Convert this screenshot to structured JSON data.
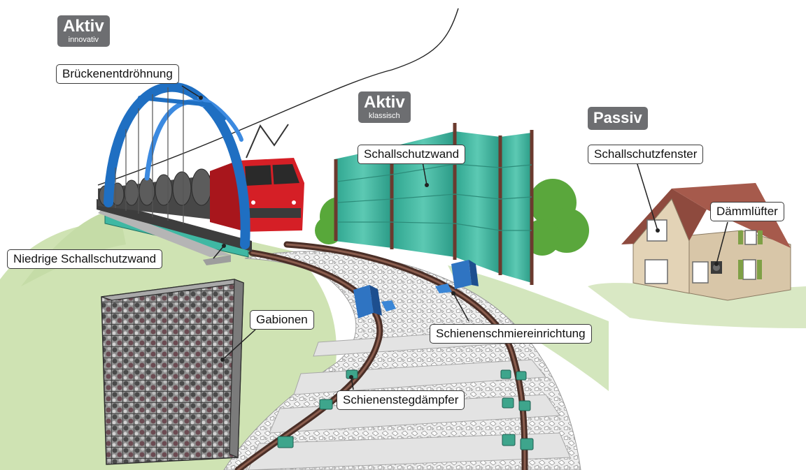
{
  "categories": {
    "aktiv_innovativ": {
      "title": "Aktiv",
      "subtitle": "innovativ"
    },
    "aktiv_klassisch": {
      "title": "Aktiv",
      "subtitle": "klassisch"
    },
    "passiv": {
      "title": "Passiv"
    }
  },
  "callouts": {
    "brueckenentdroehnung": "Brückenentdröhnung",
    "niedrige_schallschutzwand": "Niedrige Schallschutzwand",
    "schallschutzwand": "Schallschutzwand",
    "schallschutzfenster": "Schallschutzfenster",
    "daemmluefter": "Dämmlüfter",
    "gabionen": "Gabionen",
    "schienenschmiereinrichtung": "Schienenschmiereinrichtung",
    "schienenstegdaempfer": "Schienenstegdämpfer"
  },
  "colors": {
    "category_badge": "#6d6e71",
    "bridge": "#1f6fc2",
    "locomotive": "#d51f26",
    "noise_wall": "#3fb8a3",
    "grass": "#cfe3b3",
    "house_wall": "#d8c6a8",
    "roof": "#8e4a3e"
  }
}
